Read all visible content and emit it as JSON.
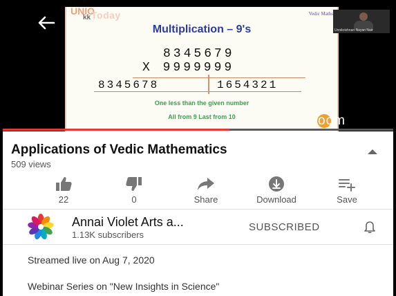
{
  "slide": {
    "logo_top": "UNIO",
    "logo_sub": "kk",
    "brand": "Today",
    "corner": "Vedic Maths",
    "title": "Multiplication – 9's",
    "num_top": "8345679",
    "num_times": "X 9999999",
    "result_left": "8345678",
    "result_right": "1654321",
    "note1": "One less than the given number",
    "note2": "All from 9 Last from 10",
    "watermark": "oom",
    "cam_label": "Unnikrishnan Nayan Nair"
  },
  "player": {
    "progress_fraction": 0.58
  },
  "video": {
    "title": "Applications of Vedic Mathematics",
    "views": "509 views"
  },
  "actions": {
    "like_label": "22",
    "dislike_label": "0",
    "share_label": "Share",
    "download_label": "Download",
    "save_label": "Save"
  },
  "channel": {
    "name": "Annai Violet Arts a...",
    "subscribers": "1.13K subscribers",
    "subscribed_label": "SUBSCRIBED"
  },
  "description": {
    "streamed": "Streamed live on Aug 7, 2020",
    "text": "Webinar Series on \"New Insights in Science\""
  },
  "icons": {
    "back": "arrow-left-icon",
    "like": "thumbs-up-icon",
    "dislike": "thumbs-down-icon",
    "share": "share-arrow-icon",
    "download": "download-icon",
    "save": "playlist-add-icon",
    "bell": "bell-icon",
    "collapse": "chevron-up-icon"
  },
  "colors": {
    "progress": "#e53935",
    "slide_title": "#2a3aa8",
    "slide_note": "#2ea84a"
  }
}
